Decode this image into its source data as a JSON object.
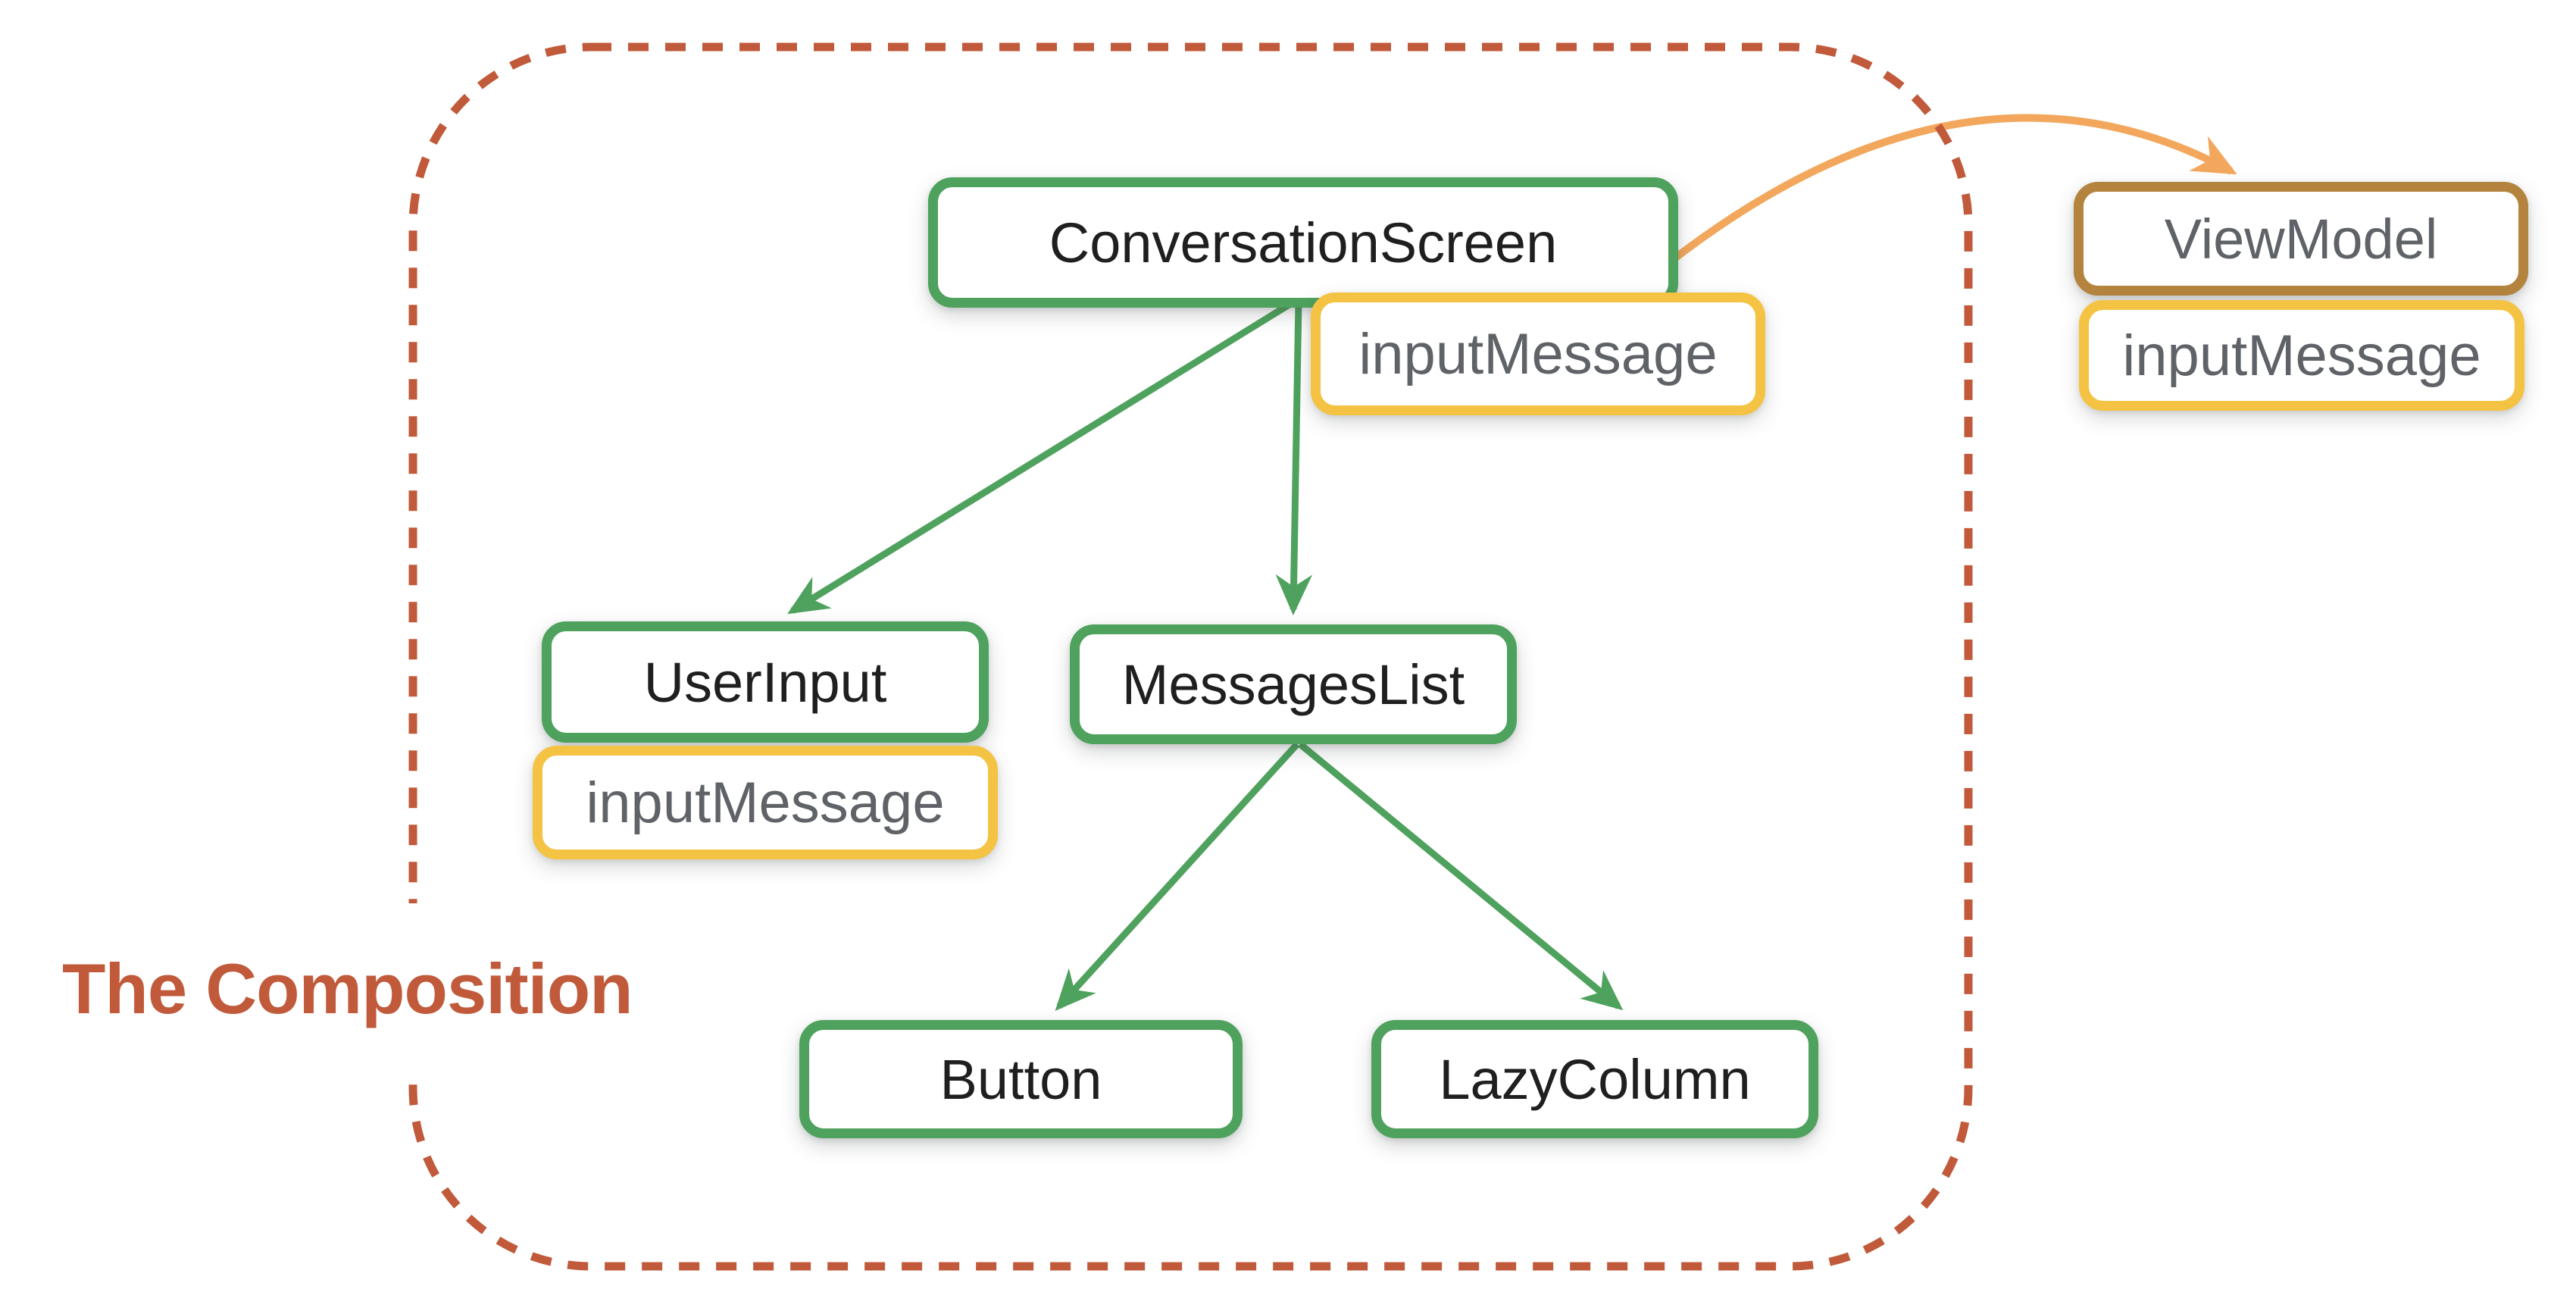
{
  "title": {
    "text": "The Composition"
  },
  "nodes": [
    {
      "id": "conversation-screen",
      "label": "ConversationScreen",
      "style": "green-composable"
    },
    {
      "id": "user-input",
      "label": "UserInput",
      "style": "green-composable"
    },
    {
      "id": "messages-list",
      "label": "MessagesList",
      "style": "green-composable"
    },
    {
      "id": "button",
      "label": "Button",
      "style": "green-composable"
    },
    {
      "id": "lazy-column",
      "label": "LazyColumn",
      "style": "green-composable"
    },
    {
      "id": "view-model",
      "label": "ViewModel",
      "style": "brown-external"
    }
  ],
  "badges": [
    {
      "id": "conversation-screen-state",
      "label": "inputMessage",
      "attached_to": "conversation-screen"
    },
    {
      "id": "user-input-state",
      "label": "inputMessage",
      "attached_to": "user-input"
    },
    {
      "id": "view-model-state",
      "label": "inputMessage",
      "attached_to": "view-model"
    }
  ],
  "edges": [
    {
      "from": "conversation-screen",
      "to": "user-input",
      "type": "composition",
      "color": "#4EA25D"
    },
    {
      "from": "conversation-screen",
      "to": "messages-list",
      "type": "composition",
      "color": "#4EA25D"
    },
    {
      "from": "messages-list",
      "to": "button",
      "type": "composition",
      "color": "#4EA25D"
    },
    {
      "from": "messages-list",
      "to": "lazy-column",
      "type": "composition",
      "color": "#4EA25D"
    },
    {
      "from": "conversation-screen",
      "to": "view-model",
      "type": "state-hoisting",
      "color": "#F2A75C"
    }
  ],
  "boundary": {
    "label_for": "composition-scope",
    "color": "#C05A3B",
    "style": "dashed-rounded-rect"
  },
  "colors": {
    "composable_border": "#4EA25D",
    "state_border": "#F5C344",
    "viewmodel_border": "#B4833E",
    "hoist_arrow": "#F2A75C",
    "boundary_and_title": "#C05A3B",
    "node_text": "#1f1f1f",
    "state_text": "#5f6368",
    "background": "#ffffff"
  }
}
